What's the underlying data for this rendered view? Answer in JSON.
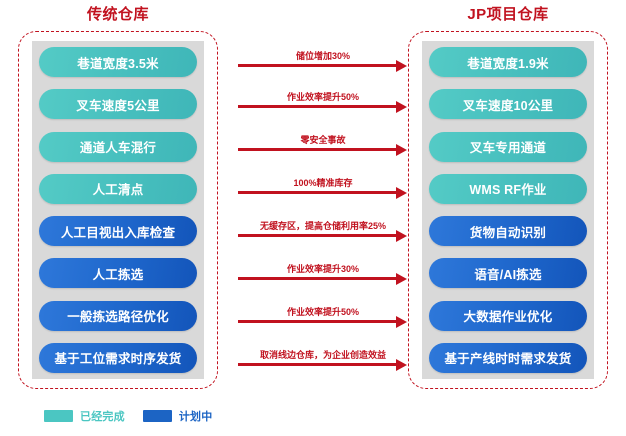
{
  "columns": {
    "left": {
      "title": "传统仓库",
      "items": [
        {
          "label": "巷道宽度3.5米",
          "status": "done"
        },
        {
          "label": "叉车速度5公里",
          "status": "done"
        },
        {
          "label": "通道人车混行",
          "status": "done"
        },
        {
          "label": "人工清点",
          "status": "done"
        },
        {
          "label": "人工目视出入库检查",
          "status": "planned"
        },
        {
          "label": "人工拣选",
          "status": "planned"
        },
        {
          "label": "一般拣选路径优化",
          "status": "planned"
        },
        {
          "label": "基于工位需求时序发货",
          "status": "planned"
        }
      ]
    },
    "right": {
      "title": "JP项目仓库",
      "items": [
        {
          "label": "巷道宽度1.9米",
          "status": "done"
        },
        {
          "label": "叉车速度10公里",
          "status": "done"
        },
        {
          "label": "叉车专用通道",
          "status": "done"
        },
        {
          "label": "WMS RF作业",
          "status": "done"
        },
        {
          "label": "货物自动识别",
          "status": "planned"
        },
        {
          "label": "语音/AI拣选",
          "status": "planned"
        },
        {
          "label": "大数据作业优化",
          "status": "planned"
        },
        {
          "label": "基于产线时时需求发货",
          "status": "planned"
        }
      ]
    }
  },
  "arrows": [
    {
      "label": "储位增加30%"
    },
    {
      "label": "作业效率提升50%"
    },
    {
      "label": "零安全事故"
    },
    {
      "label": "100%精准库存"
    },
    {
      "label": "无缓存区，提高仓储利用率25%"
    },
    {
      "label": "作业效率提升30%"
    },
    {
      "label": "作业效率提升50%"
    },
    {
      "label": "取消线边仓库，为企业创造效益"
    }
  ],
  "legend": {
    "items": [
      {
        "label": "已经完成",
        "status": "done",
        "color": "#4BC6C2"
      },
      {
        "label": "计划中",
        "status": "planned",
        "color": "#1C64C4"
      }
    ]
  },
  "colors": {
    "accent_red": "#C1121F",
    "teal": "#4BC6C2",
    "blue": "#1C64C4",
    "track_gray": "#D9D9D9",
    "background": "#FFFFFF"
  }
}
